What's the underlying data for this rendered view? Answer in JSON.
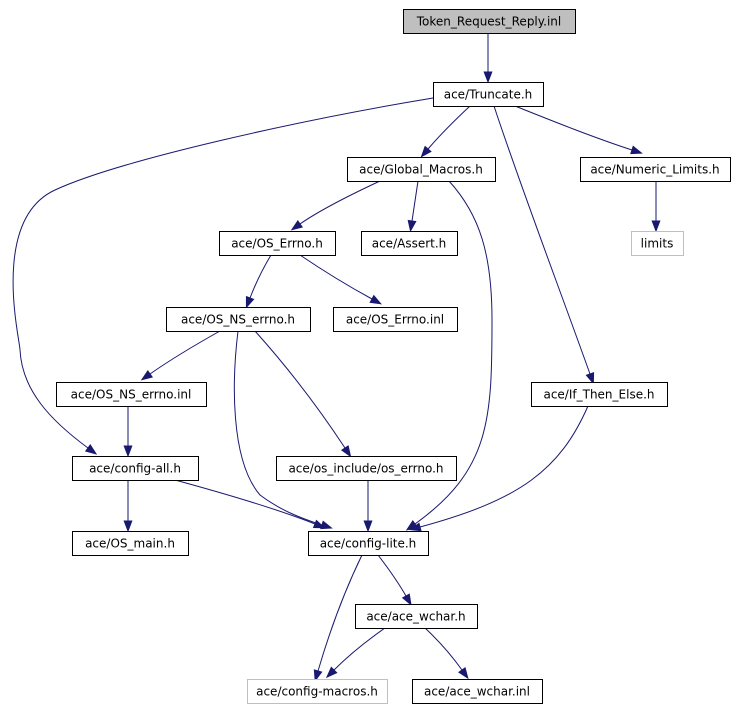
{
  "colors": {
    "edge": "#191970",
    "node_border": "#000000",
    "external_border": "#bfbfbf",
    "root_fill": "#bfbfbf",
    "background": "#ffffff"
  },
  "nodes": [
    {
      "id": "token-request-reply-inl",
      "label": "Token_Request_Reply.inl",
      "kind": "root"
    },
    {
      "id": "truncate-h",
      "label": "ace/Truncate.h",
      "kind": "normal"
    },
    {
      "id": "global-macros-h",
      "label": "ace/Global_Macros.h",
      "kind": "normal"
    },
    {
      "id": "numeric-limits-h",
      "label": "ace/Numeric_Limits.h",
      "kind": "normal"
    },
    {
      "id": "limits",
      "label": "limits",
      "kind": "external"
    },
    {
      "id": "os-errno-h",
      "label": "ace/OS_Errno.h",
      "kind": "normal"
    },
    {
      "id": "assert-h",
      "label": "ace/Assert.h",
      "kind": "normal"
    },
    {
      "id": "os-ns-errno-h",
      "label": "ace/OS_NS_errno.h",
      "kind": "normal"
    },
    {
      "id": "os-errno-inl",
      "label": "ace/OS_Errno.inl",
      "kind": "normal"
    },
    {
      "id": "os-ns-errno-inl",
      "label": "ace/OS_NS_errno.inl",
      "kind": "normal"
    },
    {
      "id": "if-then-else-h",
      "label": "ace/If_Then_Else.h",
      "kind": "normal"
    },
    {
      "id": "config-all-h",
      "label": "ace/config-all.h",
      "kind": "normal"
    },
    {
      "id": "os-include-os-errno-h",
      "label": "ace/os_include/os_errno.h",
      "kind": "normal"
    },
    {
      "id": "os-main-h",
      "label": "ace/OS_main.h",
      "kind": "normal"
    },
    {
      "id": "config-lite-h",
      "label": "ace/config-lite.h",
      "kind": "normal"
    },
    {
      "id": "ace-wchar-h",
      "label": "ace/ace_wchar.h",
      "kind": "normal"
    },
    {
      "id": "config-macros-h",
      "label": "ace/config-macros.h",
      "kind": "external"
    },
    {
      "id": "ace-wchar-inl",
      "label": "ace/ace_wchar.inl",
      "kind": "normal"
    }
  ],
  "edges": [
    [
      "token-request-reply-inl",
      "truncate-h"
    ],
    [
      "truncate-h",
      "global-macros-h"
    ],
    [
      "truncate-h",
      "numeric-limits-h"
    ],
    [
      "truncate-h",
      "if-then-else-h"
    ],
    [
      "truncate-h",
      "config-all-h"
    ],
    [
      "numeric-limits-h",
      "limits"
    ],
    [
      "global-macros-h",
      "os-errno-h"
    ],
    [
      "global-macros-h",
      "assert-h"
    ],
    [
      "global-macros-h",
      "config-lite-h"
    ],
    [
      "os-errno-h",
      "os-ns-errno-h"
    ],
    [
      "os-errno-h",
      "os-errno-inl"
    ],
    [
      "os-ns-errno-h",
      "os-ns-errno-inl"
    ],
    [
      "os-ns-errno-h",
      "os-include-os-errno-h"
    ],
    [
      "os-ns-errno-h",
      "config-lite-h"
    ],
    [
      "os-ns-errno-inl",
      "config-all-h"
    ],
    [
      "if-then-else-h",
      "config-lite-h"
    ],
    [
      "config-all-h",
      "os-main-h"
    ],
    [
      "config-all-h",
      "config-lite-h"
    ],
    [
      "os-include-os-errno-h",
      "config-lite-h"
    ],
    [
      "config-lite-h",
      "ace-wchar-h"
    ],
    [
      "config-lite-h",
      "config-macros-h"
    ],
    [
      "ace-wchar-h",
      "config-macros-h"
    ],
    [
      "ace-wchar-h",
      "ace-wchar-inl"
    ]
  ]
}
